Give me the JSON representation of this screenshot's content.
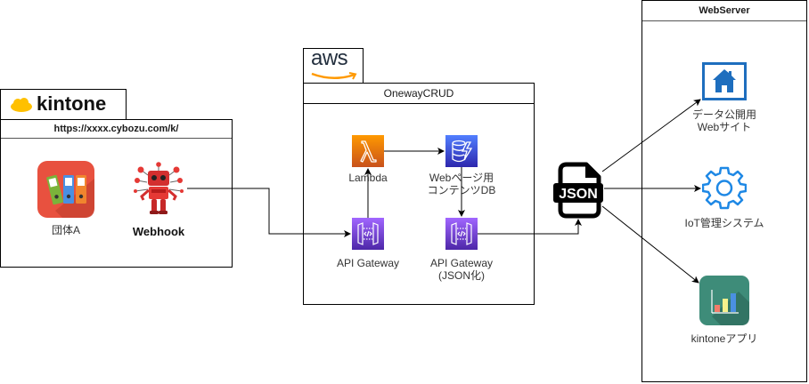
{
  "kintone_group": {
    "logo_text": "kintone",
    "url_header": "https://xxxx.cybozu.com/k/",
    "nodes": [
      {
        "label": "団体A",
        "icon": "binders-app-icon"
      },
      {
        "label": "Webhook",
        "icon": "robot-icon"
      }
    ]
  },
  "aws_group": {
    "logo_text": "aws",
    "title": "OnewayCRUD",
    "nodes": [
      {
        "label": "Lambda",
        "icon": "lambda-icon"
      },
      {
        "label_line1": "Webページ用",
        "label_line2": "コンテンツDB",
        "icon": "dynamodb-icon"
      },
      {
        "label": "API Gateway",
        "icon": "api-gateway-icon"
      },
      {
        "label_line1": "API Gateway",
        "label_line2": "(JSON化)",
        "icon": "api-gateway-icon"
      }
    ]
  },
  "json_node": {
    "label": "JSON",
    "icon": "json-file-icon"
  },
  "webserver_group": {
    "title": "WebServer",
    "nodes": [
      {
        "label_line1": "データ公開用",
        "label_line2": "Webサイト",
        "icon": "home-icon"
      },
      {
        "label": "IoT管理システム",
        "icon": "gear-icon"
      },
      {
        "label": "kintoneアプリ",
        "icon": "chart-app-icon"
      }
    ]
  },
  "colors": {
    "kintone_yellow": "#FFC000",
    "app_red": "#E8513F",
    "lambda_orange": "#E8741A",
    "dynamodb_blue": "#3B48CC",
    "apigw_purple": "#8C4FFF",
    "aws_orange": "#FF9900",
    "home_blue": "#1E6EBE",
    "gear_blue": "#1E88E5",
    "kintone_app_green": "#3E8C79"
  }
}
